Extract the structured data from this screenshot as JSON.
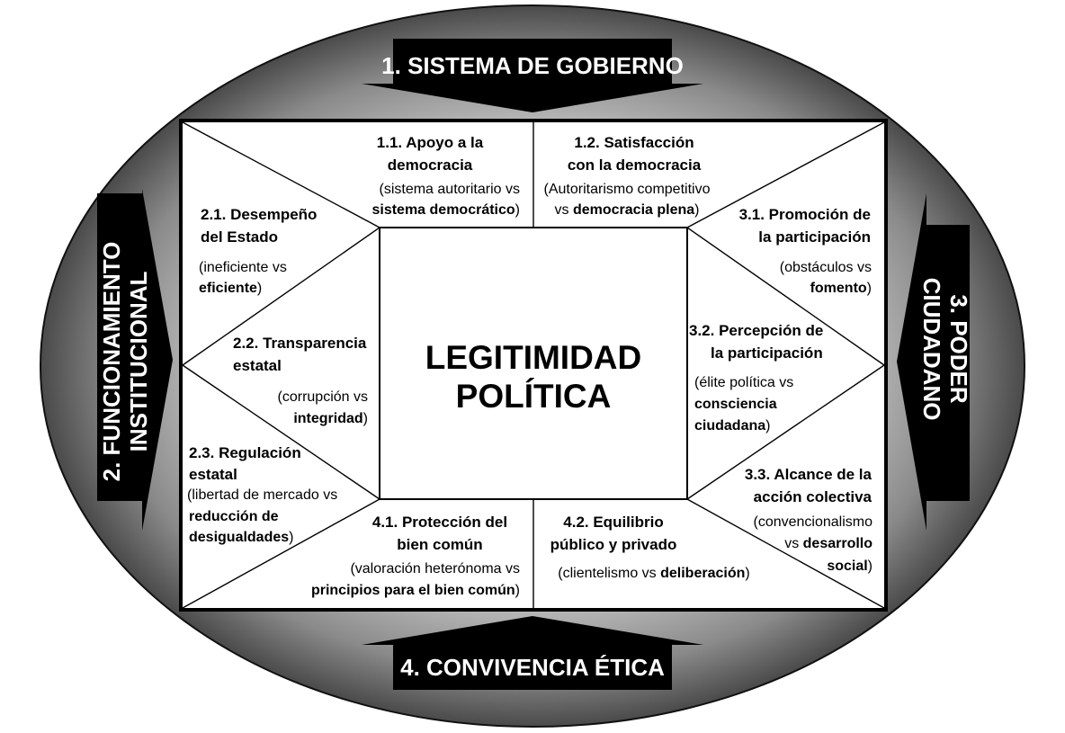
{
  "center": {
    "line1": "LEGITIMIDAD",
    "line2": "POLÍTICA"
  },
  "arrows": {
    "top": "1. SISTEMA DE GOBIERNO",
    "left": {
      "line1": "2. FUNCIONAMIENTO",
      "line2": "INSTITUCIONAL"
    },
    "right": {
      "line1": "3. PODER",
      "line2": "CIUDADANO"
    },
    "bottom": "4. CONVIVENCIA ÉTICA"
  },
  "cells": {
    "c11": {
      "title1": "1.1. Apoyo a la",
      "title2": "democracia",
      "d1": "(sistema autoritario vs",
      "d2_bold": "sistema democrático",
      "d2_end": ")"
    },
    "c12": {
      "title1": "1.2. Satisfacción",
      "title2": "con la democracia",
      "d1": "(Autoritarismo competitivo",
      "d2_pre": "vs ",
      "d2_bold": "democracia plena",
      "d2_end": ")"
    },
    "c21": {
      "title1": "2.1. Desempeño",
      "title2": "del Estado",
      "d1": "(ineficiente vs",
      "d2_bold": "eficiente",
      "d2_end": ")"
    },
    "c22": {
      "title1": "2.2. Transparencia",
      "title2": "estatal",
      "d1": "(corrupción vs",
      "d2_bold": "integridad",
      "d2_end": ")"
    },
    "c23": {
      "title1": "2.3. Regulación",
      "title2": "estatal",
      "d1": "(libertad de mercado vs",
      "d2_bold": "reducción de",
      "d3_bold": "desigualdades",
      "d3_end": ")"
    },
    "c31": {
      "title1": "3.1. Promoción de",
      "title2": "la participación",
      "d1": "(obstáculos vs",
      "d2_bold": "fomento",
      "d2_end": ")"
    },
    "c32": {
      "title1": "3.2. Percepción de",
      "title2": "la participación",
      "d1": "(élite política vs",
      "d2_bold": "consciencia",
      "d3_bold": "ciudadana",
      "d3_end": ")"
    },
    "c33": {
      "title1": "3.3. Alcance de la",
      "title2": "acción colectiva",
      "d1": "(convencionalismo",
      "d2_pre": "vs ",
      "d2_bold": "desarrollo",
      "d3_bold": "social",
      "d3_end": ")"
    },
    "c41": {
      "title1": "4.1. Protección del",
      "title2": "bien común",
      "d1": "(valoración heterónoma vs",
      "d2_bold": "principios para el bien común",
      "d2_end": ")"
    },
    "c42": {
      "title1": "4.2. Equilibrio",
      "title2": "público y privado",
      "d1_pre": "(clientelismo vs ",
      "d1_bold": "deliberación",
      "d1_end": ")"
    }
  },
  "colors": {
    "ellipse_dark": "#4a4a4a",
    "ellipse_light": "#e4e4e4",
    "arrow_fill": "#000000",
    "frame": "#000000"
  }
}
